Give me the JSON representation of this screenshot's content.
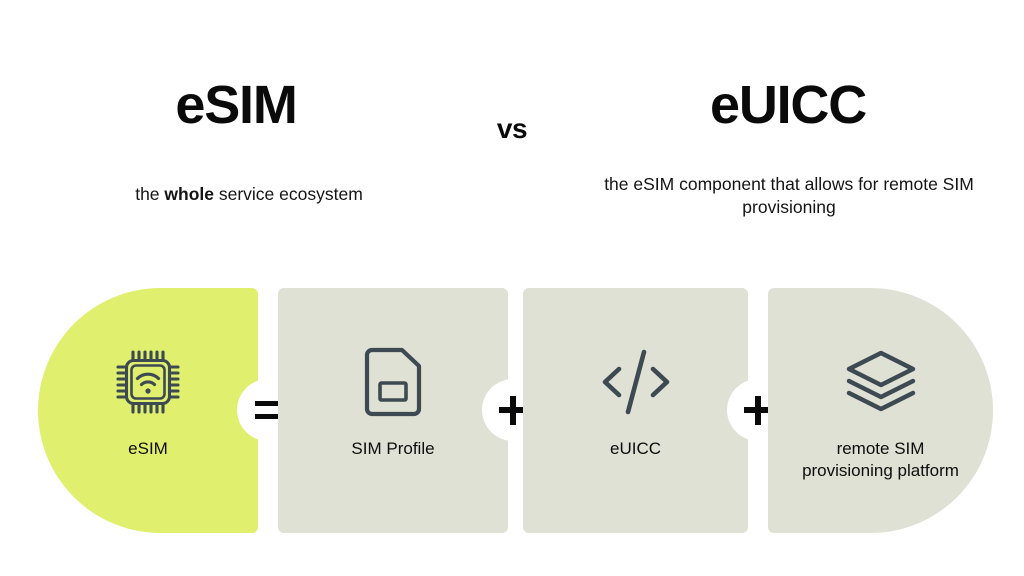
{
  "header": {
    "left_title": "eSIM",
    "vs_label": "vs",
    "right_title": "eUICC",
    "left_subtitle_prefix": "the ",
    "left_subtitle_emphasis": "whole",
    "left_subtitle_suffix": " service ecosystem",
    "right_subtitle": "the eSIM component that allows for remote SIM provisioning"
  },
  "colors": {
    "highlight_panel": "#e0ef6e",
    "neutral_panel": "#dee1d3",
    "icon_stroke": "#3d4a52",
    "background": "#ffffff",
    "text": "#0a0a0a"
  },
  "equation": {
    "panels": [
      {
        "id": "esim",
        "label": "eSIM",
        "icon": "chip-wifi-icon",
        "highlighted": true
      },
      {
        "id": "sim-profile",
        "label": "SIM Profile",
        "icon": "sim-card-icon",
        "highlighted": false
      },
      {
        "id": "euicc",
        "label": "eUICC",
        "icon": "code-brackets-icon",
        "highlighted": false
      },
      {
        "id": "rsp-platform",
        "label": "remote SIM provisioning platform",
        "icon": "layers-stack-icon",
        "highlighted": false
      }
    ],
    "operators": [
      {
        "id": "equals",
        "symbol": "=",
        "icon": "equals-icon"
      },
      {
        "id": "plus-1",
        "symbol": "+",
        "icon": "plus-icon"
      },
      {
        "id": "plus-2",
        "symbol": "+",
        "icon": "plus-icon"
      }
    ]
  }
}
